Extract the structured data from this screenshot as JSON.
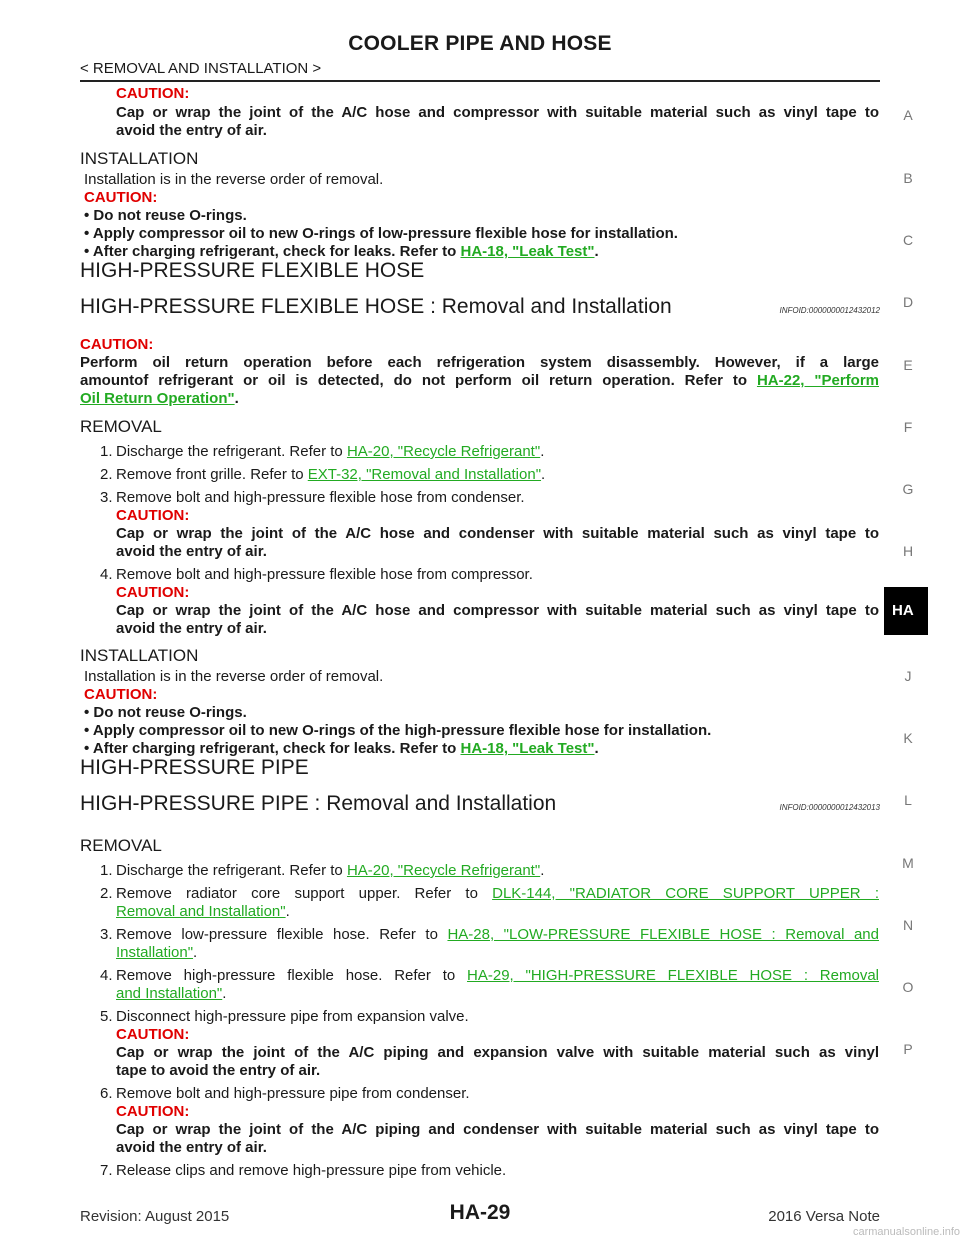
{
  "header": {
    "title": "COOLER PIPE AND HOSE",
    "breadcrumb": "< REMOVAL AND INSTALLATION >"
  },
  "side_tabs": [
    "A",
    "B",
    "C",
    "D",
    "E",
    "F",
    "G",
    "H",
    "HA",
    "J",
    "K",
    "L",
    "M",
    "N",
    "O",
    "P"
  ],
  "top": {
    "caution_label": "CAUTION:",
    "caution_line1": "Cap or wrap the joint of the A/C hose and compressor with suitable material such as vinyl tape to",
    "caution_line2": "avoid the entry of air.",
    "install_heading": "INSTALLATION",
    "install_text": "Installation is in the reverse order of removal.",
    "install_caution": "CAUTION:",
    "b1": "Do not reuse O-rings.",
    "b2": "Apply compressor oil to new O-rings of low-pressure flexible hose for installation.",
    "b3_pre": "After charging refrigerant, check for leaks. Refer to ",
    "b3_link": "HA-18, \"Leak Test\"",
    "b3_post": "."
  },
  "hp_hose": {
    "section_title": "HIGH-PRESSURE FLEXIBLE HOSE",
    "sub_title": "HIGH-PRESSURE FLEXIBLE HOSE : Removal and Installation",
    "infoid": "INFOID:0000000012432012",
    "caution_label": "CAUTION:",
    "caution_line1": "Perform oil return operation before each refrigeration system disassembly. However, if a large",
    "caution_line2_pre": "amountof refrigerant or oil is detected, do not perform oil return operation. Refer to ",
    "caution_link_a": "HA-22, \"Perform",
    "caution_link_b": "Oil Return Operation\"",
    "caution_line3_post": ".",
    "removal_heading": "REMOVAL",
    "s1_num": "1.",
    "s1_pre": "Discharge the refrigerant. Refer to ",
    "s1_link": "HA-20, \"Recycle Refrigerant\"",
    "s1_post": ".",
    "s2_num": "2.",
    "s2_pre": "Remove front grille. Refer to ",
    "s2_link": "EXT-32, \"Removal and Installation\"",
    "s2_post": ".",
    "s3_num": "3.",
    "s3_text": "Remove bolt and high-pressure flexible hose from condenser.",
    "s3_caution": "CAUTION:",
    "s3_c1": "Cap or wrap the joint of the A/C hose and condenser with suitable material such as vinyl tape to",
    "s3_c2": "avoid the entry of air.",
    "s4_num": "4.",
    "s4_text": "Remove bolt and high-pressure flexible hose from compressor.",
    "s4_caution": "CAUTION:",
    "s4_c1": "Cap or wrap the joint of the A/C hose and compressor with suitable material such as vinyl tape to",
    "s4_c2": "avoid the entry of air.",
    "install_heading": "INSTALLATION",
    "install_text": "Installation is in the reverse order of removal.",
    "install_caution": "CAUTION:",
    "b1": "Do not reuse O-rings.",
    "b2": "Apply compressor oil to new O-rings of the high-pressure flexible hose for installation.",
    "b3_pre": "After charging refrigerant, check for leaks. Refer to ",
    "b3_link": "HA-18, \"Leak Test\"",
    "b3_post": "."
  },
  "hp_pipe": {
    "section_title": "HIGH-PRESSURE PIPE",
    "sub_title": "HIGH-PRESSURE PIPE : Removal and Installation",
    "infoid": "INFOID:0000000012432013",
    "removal_heading": "REMOVAL",
    "s1_num": "1.",
    "s1_pre": "Discharge the refrigerant. Refer to ",
    "s1_link": "HA-20, \"Recycle Refrigerant\"",
    "s1_post": ".",
    "s2_num": "2.",
    "s2_pre": "Remove radiator core support upper. Refer to ",
    "s2_link_a": "DLK-144, \"RADIATOR CORE SUPPORT UPPER :",
    "s2_link_b": "Removal and Installation\"",
    "s2_post": ".",
    "s3_num": "3.",
    "s3_pre": "Remove low-pressure flexible hose. Refer to ",
    "s3_link_a": "HA-28, \"LOW-PRESSURE FLEXIBLE HOSE : Removal and",
    "s3_link_b": "Installation\"",
    "s3_post": ".",
    "s4_num": "4.",
    "s4_pre": "Remove high-pressure flexible hose. Refer to ",
    "s4_link_a": "HA-29, \"HIGH-PRESSURE FLEXIBLE HOSE : Removal",
    "s4_link_b": "and Installation\"",
    "s4_post": ".",
    "s5_num": "5.",
    "s5_text": "Disconnect high-pressure pipe from expansion valve.",
    "s5_caution": "CAUTION:",
    "s5_c1": "Cap or wrap the joint of the A/C piping and expansion valve with suitable material such as vinyl",
    "s5_c2": "tape to avoid the entry of air.",
    "s6_num": "6.",
    "s6_text": "Remove bolt and high-pressure pipe from condenser.",
    "s6_caution": "CAUTION:",
    "s6_c1": "Cap or wrap the joint of the A/C piping and condenser with suitable material such as vinyl tape to",
    "s6_c2": "avoid the entry of air.",
    "s7_num": "7.",
    "s7_text": "Release clips and remove high-pressure pipe from vehicle."
  },
  "footer": {
    "revision": "Revision: August 2015",
    "page": "HA-29",
    "model": "2016 Versa Note",
    "watermark": "carmanualsonline.info"
  }
}
